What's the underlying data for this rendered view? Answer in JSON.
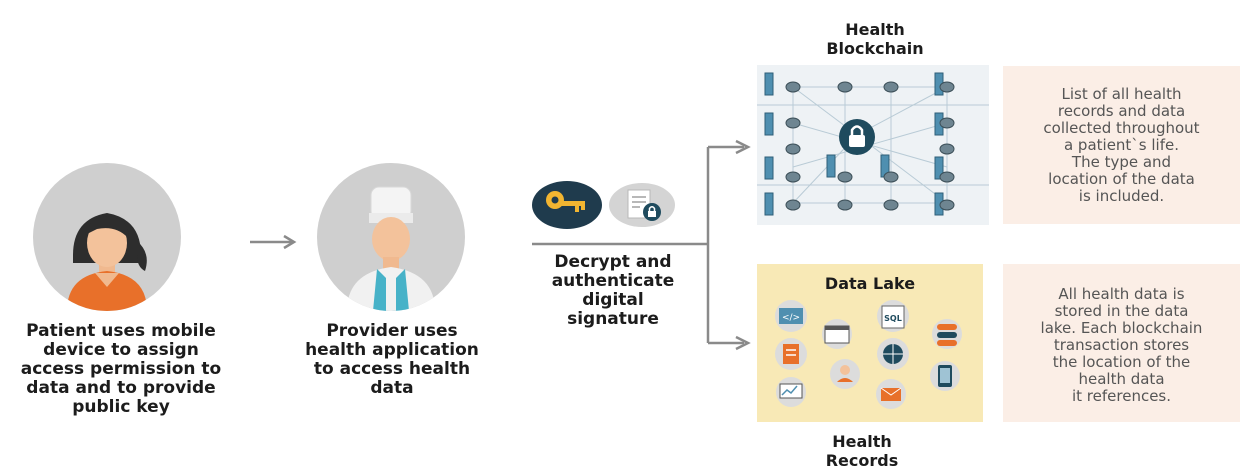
{
  "patient": {
    "caption": "Patient uses mobile\ndevice to assign\naccess permission to\ndata and to provide\npublic key"
  },
  "provider": {
    "caption": "Provider uses\nhealth application\nto access health\ndata"
  },
  "decrypt": {
    "caption": "Decrypt and\nauthenticate\ndigital\nsignature"
  },
  "blockchain": {
    "title": "Health\nBlockchain",
    "note": "List of all health\nrecords and data\ncollected throughout\na patient`s life.\nThe type and\nlocation of the data\nis included."
  },
  "data_lake": {
    "title": "Data Lake",
    "sql_label": "SQL",
    "code_label": "</>",
    "note": "All health data is\nstored in the data\nlake. Each blockchain\ntransaction stores\nthe location of the\nhealth data\nit references."
  },
  "health_records": {
    "title": "Health\nRecords"
  },
  "colors": {
    "avatar_bg": "#cfcfcf",
    "patient_shirt": "#e8702a",
    "key_bg": "#1f3b4d",
    "key_gold": "#f2b531",
    "lock_bg": "#1f4b5e",
    "note_bg": "#fbeee6",
    "lake_bg": "#f8e9b6",
    "node_blue": "#4f8fb0",
    "arrow_gray": "#8a8a8a"
  }
}
